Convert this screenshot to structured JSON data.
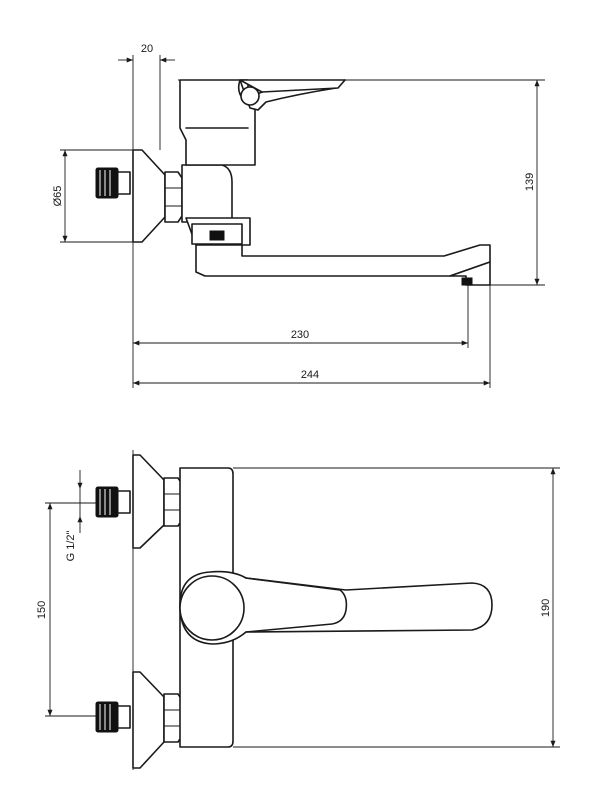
{
  "drawing": {
    "top_view": {
      "wall_flange_diameter": "Ø65",
      "offset_top": "20",
      "height": "139",
      "spout_reach": "230",
      "overall_length": "244"
    },
    "front_view": {
      "connection_thread": "G 1/2\"",
      "connection_spacing": "150",
      "overall_height": "190"
    }
  }
}
